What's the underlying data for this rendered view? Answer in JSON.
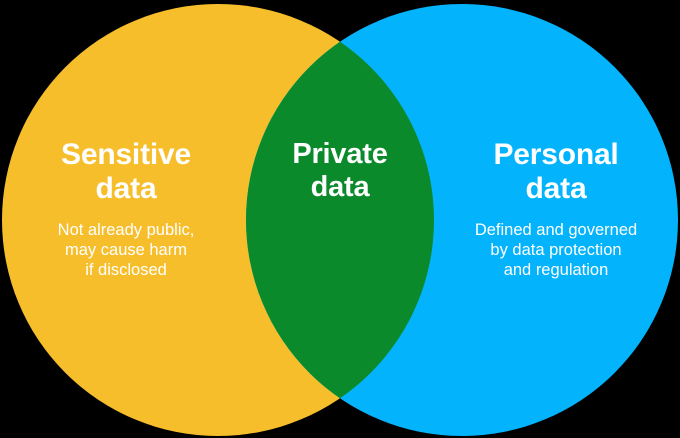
{
  "diagram": {
    "type": "venn",
    "background_color": "#000000",
    "sets": [
      {
        "id": "sensitive",
        "title": "Sensitive\ndata",
        "subtitle": "Not already public,\nmay cause harm\nif disclosed",
        "fill_color": "#F7BE2C",
        "text_color": "#FFFFFF"
      },
      {
        "id": "private",
        "title": "Private\ndata",
        "subtitle": "",
        "fill_color": "#0A8A2A",
        "text_color": "#FFFFFF"
      },
      {
        "id": "personal",
        "title": "Personal\ndata",
        "subtitle": "Defined and governed\nby data protection\nand regulation",
        "fill_color": "#03B4FD",
        "text_color": "#FFFFFF"
      }
    ]
  }
}
